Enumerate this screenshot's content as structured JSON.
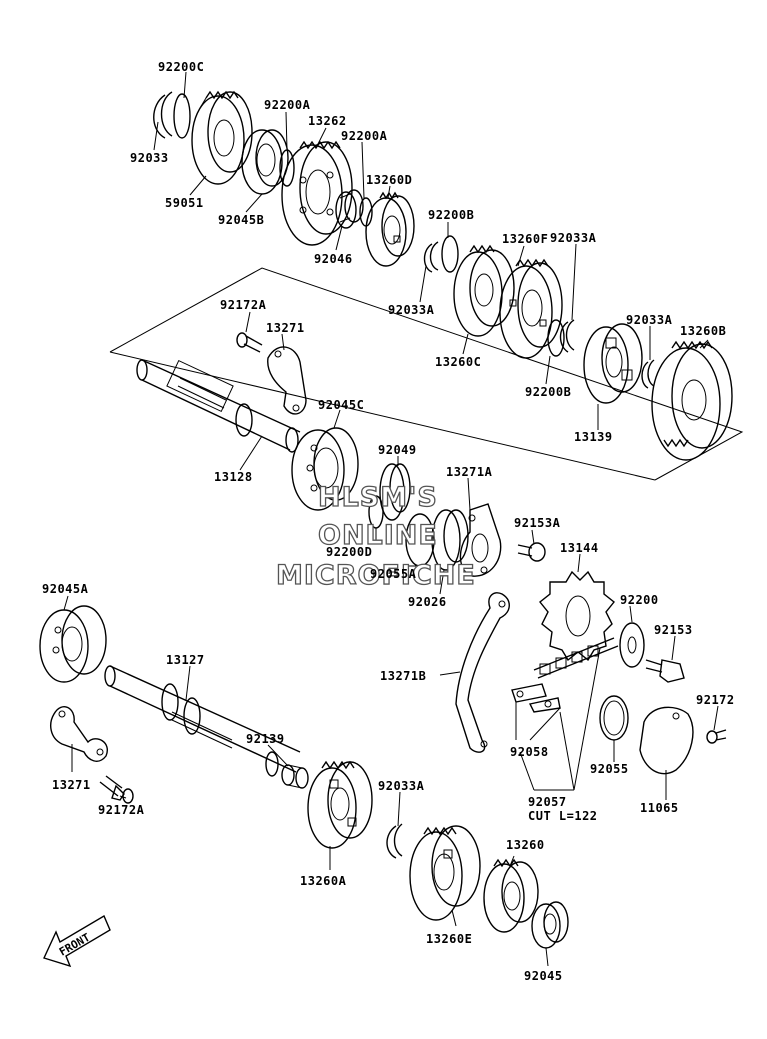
{
  "watermark": {
    "line1": "HLSM'S",
    "line2": "ONLINE",
    "line3": "MICROFICHE"
  },
  "direction_label": "FRONT",
  "parts": [
    {
      "key": "p92200C",
      "label": "92200C"
    },
    {
      "key": "p92033",
      "label": "92033"
    },
    {
      "key": "p59051",
      "label": "59051"
    },
    {
      "key": "p92200A_1",
      "label": "92200A"
    },
    {
      "key": "p13262",
      "label": "13262"
    },
    {
      "key": "p92200A_2",
      "label": "92200A"
    },
    {
      "key": "p92045B",
      "label": "92045B"
    },
    {
      "key": "p13260D",
      "label": "13260D"
    },
    {
      "key": "p92046",
      "label": "92046"
    },
    {
      "key": "p92200B_1",
      "label": "92200B"
    },
    {
      "key": "p13260F",
      "label": "13260F"
    },
    {
      "key": "p92033A_1",
      "label": "92033A"
    },
    {
      "key": "p92033A_2",
      "label": "92033A"
    },
    {
      "key": "p13260C",
      "label": "13260C"
    },
    {
      "key": "p92033A_3",
      "label": "92033A"
    },
    {
      "key": "p13260B",
      "label": "13260B"
    },
    {
      "key": "p92200B_2",
      "label": "92200B"
    },
    {
      "key": "p13139",
      "label": "13139"
    },
    {
      "key": "p92172A_1",
      "label": "92172A"
    },
    {
      "key": "p13271_1",
      "label": "13271"
    },
    {
      "key": "p92045C",
      "label": "92045C"
    },
    {
      "key": "p13128",
      "label": "13128"
    },
    {
      "key": "p92049",
      "label": "92049"
    },
    {
      "key": "p13271A",
      "label": "13271A"
    },
    {
      "key": "p92153A",
      "label": "92153A"
    },
    {
      "key": "p92200D",
      "label": "92200D"
    },
    {
      "key": "p92055A",
      "label": "92055A"
    },
    {
      "key": "p92026",
      "label": "92026"
    },
    {
      "key": "p13144",
      "label": "13144"
    },
    {
      "key": "p92045A",
      "label": "92045A"
    },
    {
      "key": "p92200",
      "label": "92200"
    },
    {
      "key": "p92153",
      "label": "92153"
    },
    {
      "key": "p13127",
      "label": "13127"
    },
    {
      "key": "p13271B",
      "label": "13271B"
    },
    {
      "key": "p92172",
      "label": "92172"
    },
    {
      "key": "p92139",
      "label": "92139"
    },
    {
      "key": "p13271_2",
      "label": "13271"
    },
    {
      "key": "p92058",
      "label": "92058"
    },
    {
      "key": "p92055",
      "label": "92055"
    },
    {
      "key": "p92172A_2",
      "label": "92172A"
    },
    {
      "key": "p92033A_4",
      "label": "92033A"
    },
    {
      "key": "p92057",
      "label": "92057"
    },
    {
      "key": "p92057_cut",
      "label": "CUT L=122"
    },
    {
      "key": "p11065",
      "label": "11065"
    },
    {
      "key": "p13260A",
      "label": "13260A"
    },
    {
      "key": "p13260",
      "label": "13260"
    },
    {
      "key": "p13260E",
      "label": "13260E"
    },
    {
      "key": "p92045",
      "label": "92045"
    }
  ]
}
